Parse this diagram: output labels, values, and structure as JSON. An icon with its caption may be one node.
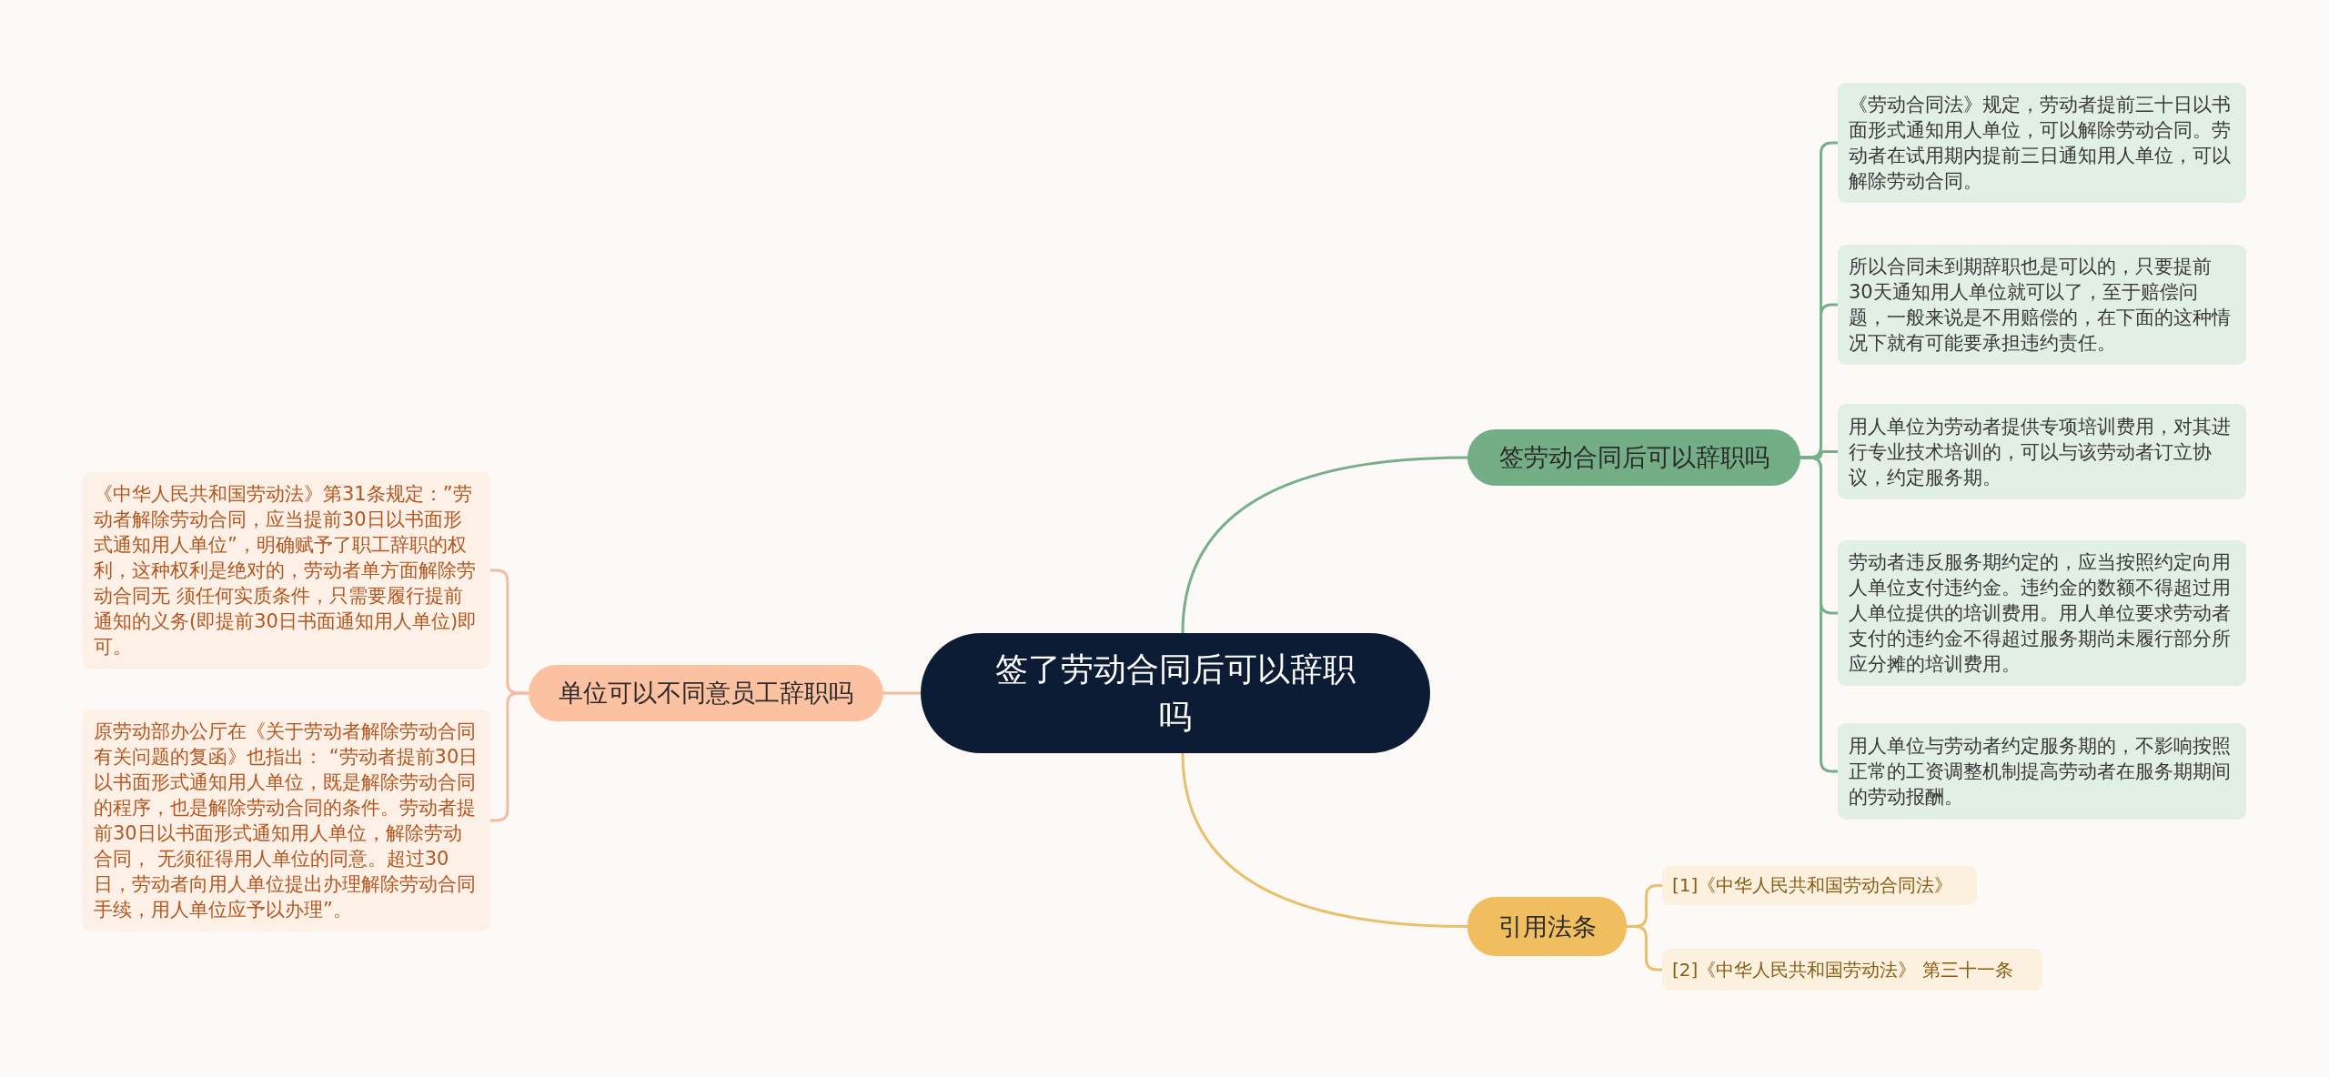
{
  "diagram": {
    "nodes": [
      {
        "text": [
          "签了劳动合同后可以辞职吗"
        ]
      },
      {
        "text": [
          "签劳动合同后可以辞职吗"
        ]
      },
      {
        "text": [
          "《劳动合同法》规定，劳动者提前三十日以书面形式通知用人单位，可以解除劳动合同。劳动者在试用期内提前三日通知用人单位，可以解除劳动合同。"
        ]
      },
      {
        "text": [
          "所以合同未到期辞职也是可以的，只要提前30天通知用人单位就可以了，至于赔偿问题，一般来说是不用赔偿的，在下面的这种情况下就有可能要承担违约责任。"
        ]
      },
      {
        "text": [
          "用人单位为劳动者提供专项培训费用，对其进行专业技术培训的，可以与该劳动者订立协议，约定服务期。"
        ]
      },
      {
        "text": [
          "劳动者违反服务期约定的，应当按照约定向用人单位支付违约金。违约金的数额不得超过用人单位提供的培训费用。用人单位要求劳动者支付的违约金不得超过服务期尚未履行部分所应分摊的培训费用。"
        ]
      },
      {
        "text": [
          "用人单位与劳动者约定服务期的，不影响按照正常的工资调整机制提高劳动者在服务期期间的劳动报酬。"
        ]
      },
      {
        "text": [
          "单位可以不同意员工辞职吗"
        ]
      },
      {
        "text": [
          "《中华人民共和国劳动法》第31条规定：”劳动者解除劳动合同，应当提前30日以书面形式通知用人单位”，明确赋予了职工辞职的权利，这种权利是绝对的，劳动者单方面解除劳动合同无 须任何实质条件，只需要履行提前通知的义务(即提前30日书面通知用人单位)即可。"
        ]
      },
      {
        "text": [
          "原劳动部办公厅在《关于劳动者解除劳动合同有关问题的复函》也指出： “劳动者提前30日以书面形式通知用人单位，既是解除劳动合同的程序，也是解除劳动合同的条件。劳动者提前30日以书面形式通知用人单位，解除劳动合同， 无须征得用人单位的同意。超过30日，劳动者向用人单位提出办理解除劳动合同手续，用人单位应予以办理”。"
        ]
      },
      {
        "text": [
          "引用法条"
        ]
      },
      {
        "text": [
          "[1]《中华人民共和国劳动合同法》"
        ]
      },
      {
        "text": [
          "[2]《中华人民共和国劳动法》 第三十一条"
        ]
      }
    ],
    "edges": [
      {
        "from": 0,
        "to": 1,
        "arrow": "none"
      },
      {
        "from": 1,
        "to": 2,
        "arrow": "none"
      },
      {
        "from": 1,
        "to": 3,
        "arrow": "none"
      },
      {
        "from": 1,
        "to": 4,
        "arrow": "none"
      },
      {
        "from": 1,
        "to": 5,
        "arrow": "none"
      },
      {
        "from": 1,
        "to": 6,
        "arrow": "none"
      },
      {
        "from": 0,
        "to": 7,
        "arrow": "none",
        "color": "#f4bc9e"
      },
      {
        "from": 7,
        "to": 8,
        "arrow": "none",
        "color": "#f4bc9e"
      },
      {
        "from": 7,
        "to": 9,
        "arrow": "none",
        "color": "#f4bc9e"
      },
      {
        "from": 0,
        "to": 10,
        "arrow": "none",
        "color": "#e9c06c"
      },
      {
        "from": 10,
        "to": 11,
        "arrow": "none",
        "color": "#e9c06c"
      },
      {
        "from": 10,
        "to": 12,
        "arrow": "none",
        "color": "#e9c06c"
      }
    ]
  }
}
